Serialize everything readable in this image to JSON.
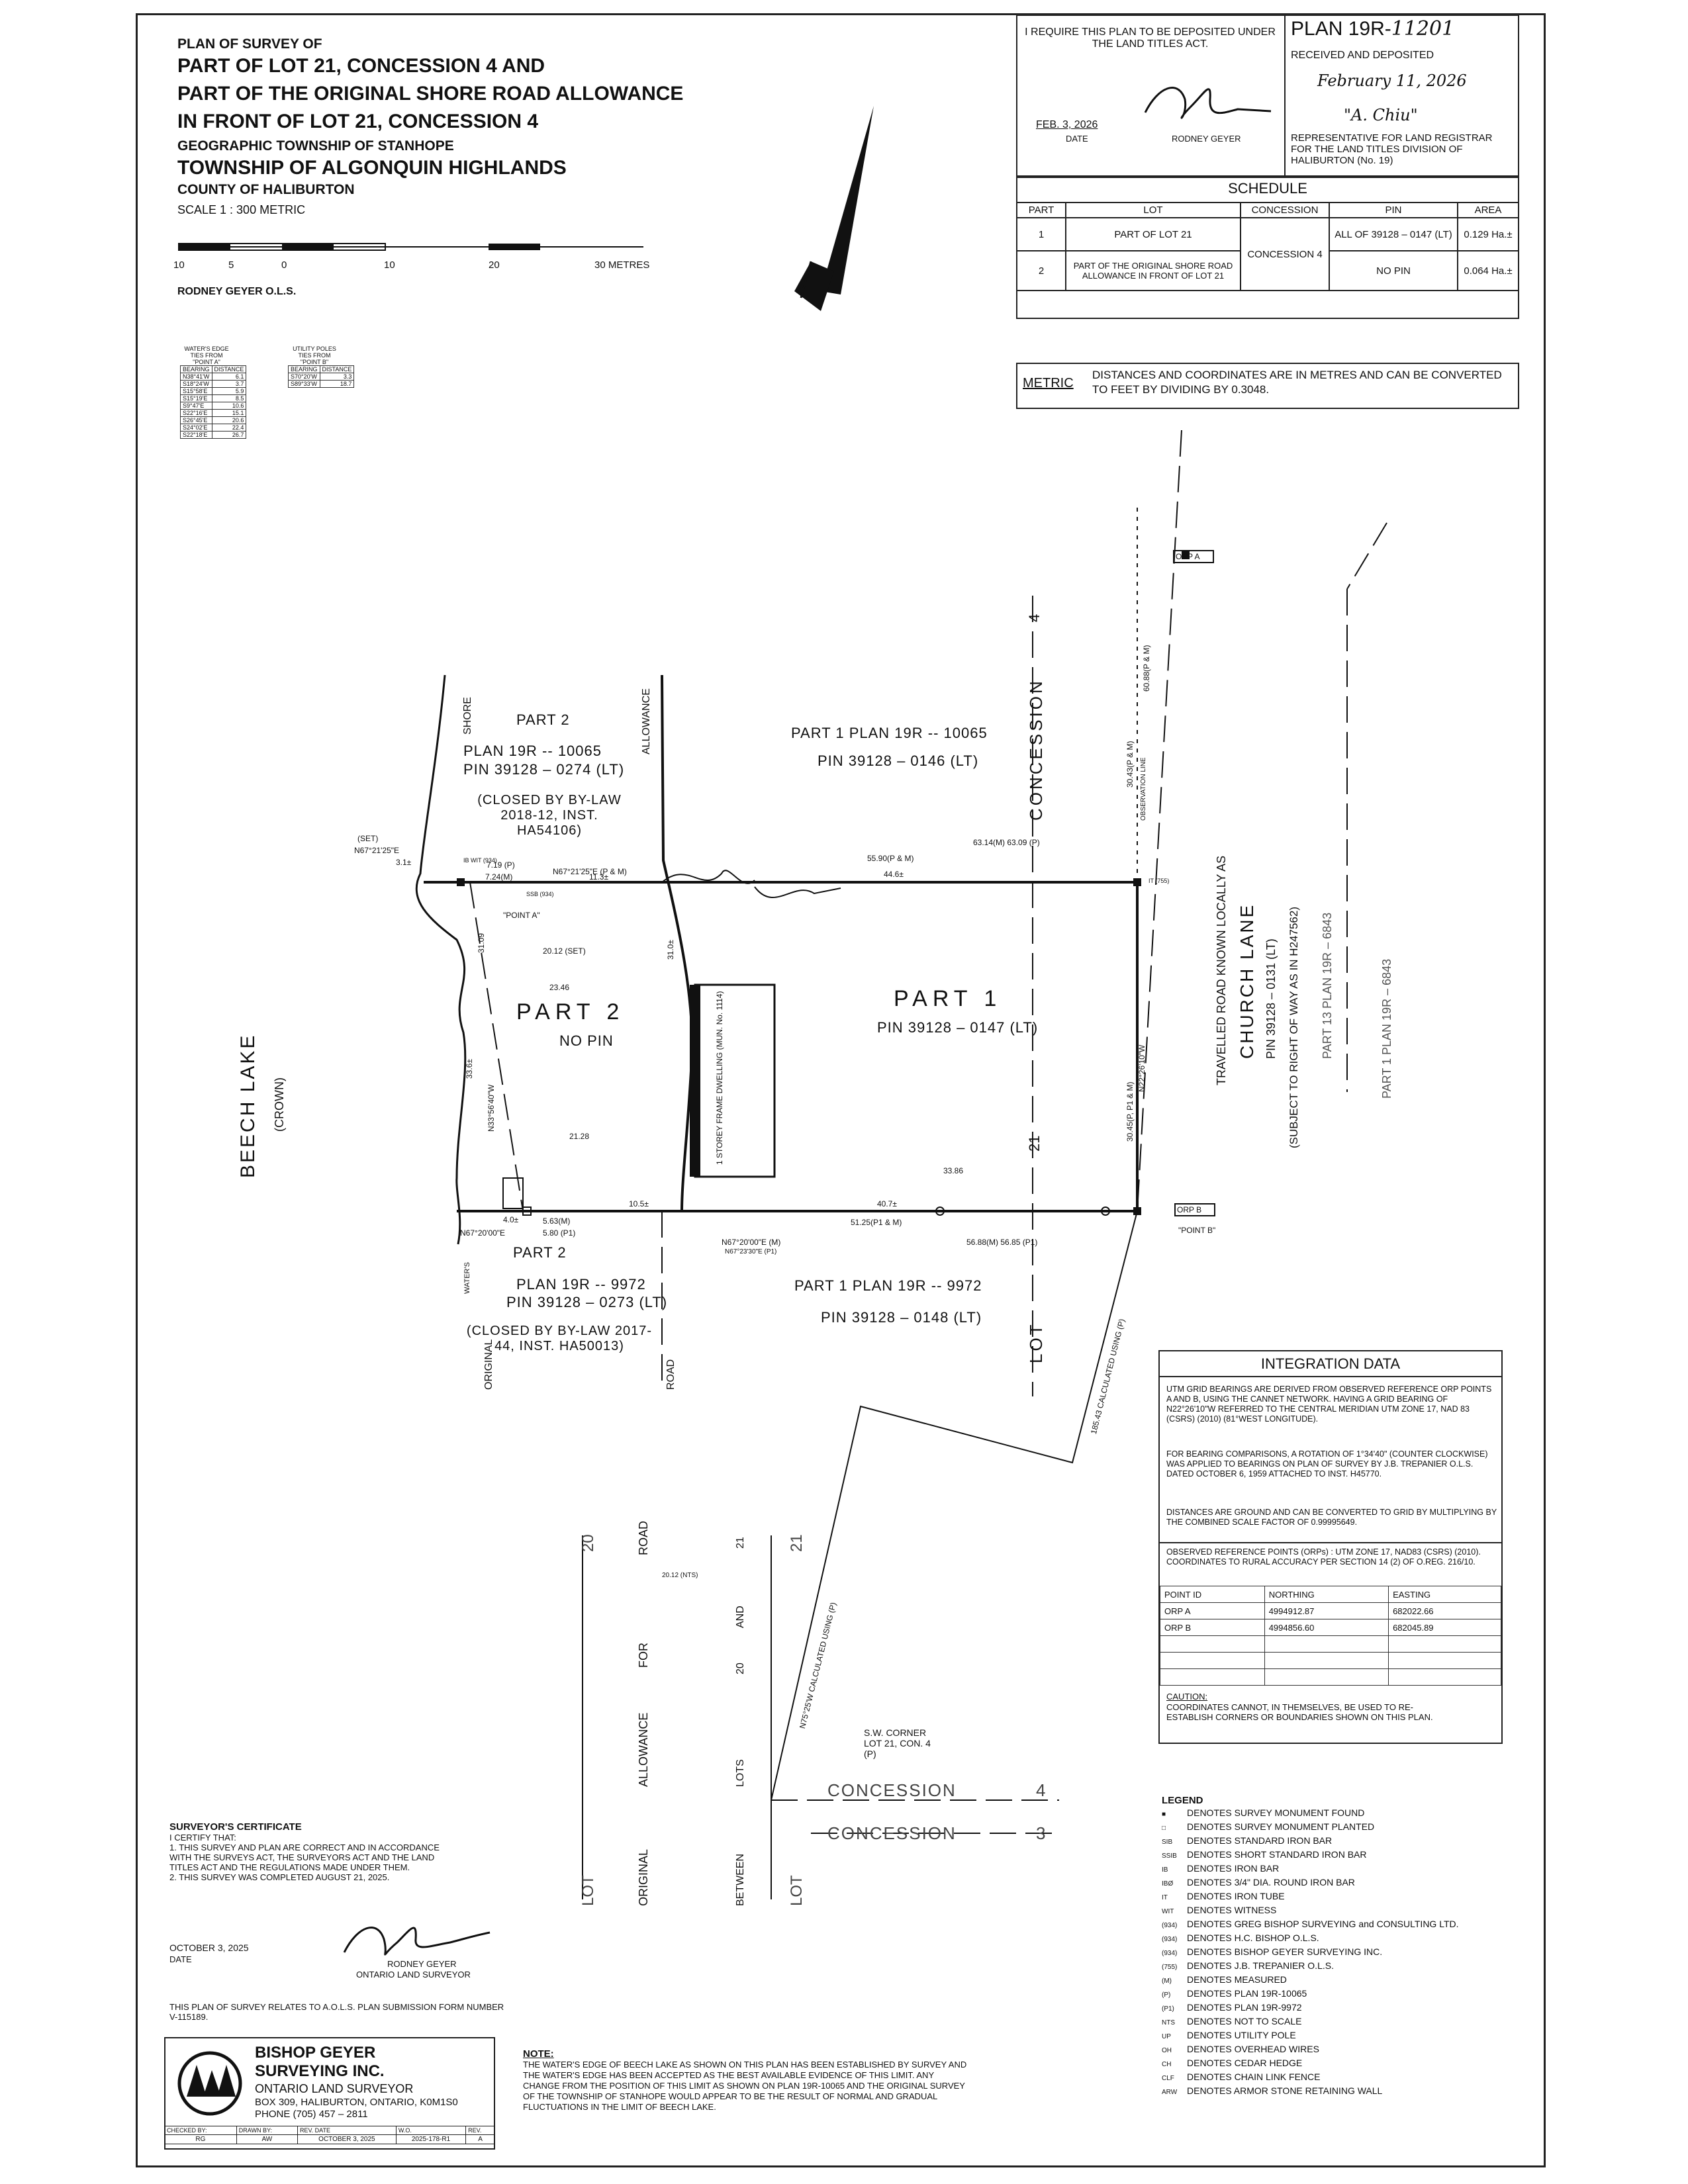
{
  "header": {
    "line1": "PLAN OF SURVEY OF",
    "line2": "PART OF LOT 21, CONCESSION 4 AND",
    "line3": "PART OF THE ORIGINAL SHORE ROAD ALLOWANCE",
    "line4": "IN FRONT OF LOT 21, CONCESSION 4",
    "line5": "GEOGRAPHIC TOWNSHIP OF STANHOPE",
    "line6": "TOWNSHIP OF ALGONQUIN HIGHLANDS",
    "line7": "COUNTY OF HALIBURTON",
    "scale": "SCALE 1 : 300 METRIC",
    "scale_ticks": [
      "10",
      "5",
      "0",
      "10",
      "20",
      "30 METRES"
    ],
    "surveyor": "RODNEY GEYER O.L.S."
  },
  "deposit": {
    "require_text": "I REQUIRE THIS PLAN TO BE DEPOSITED UNDER THE LAND TITLES ACT.",
    "date": "FEB. 3, 2026",
    "date_label": "DATE",
    "signer": "RODNEY GEYER",
    "plan_no": "PLAN 19R-",
    "plan_no_hand": "11201",
    "received": "RECEIVED AND DEPOSITED",
    "received_date": "February 11, 2026",
    "rep_sig": "\"A. Chiu\"",
    "rep_text": "REPRESENTATIVE FOR LAND REGISTRAR FOR THE LAND TITLES DIVISION OF HALIBURTON (No. 19)"
  },
  "schedule": {
    "title": "SCHEDULE",
    "headers": [
      "PART",
      "LOT",
      "CONCESSION",
      "PIN",
      "AREA"
    ],
    "rows": [
      {
        "part": "1",
        "lot": "PART OF LOT 21",
        "pin": "ALL OF 39128 – 0147 (LT)",
        "area": "0.129 Ha.±"
      },
      {
        "part": "2",
        "lot": "PART OF THE ORIGINAL SHORE ROAD ALLOWANCE IN FRONT OF LOT 21",
        "pin": "NO PIN",
        "area": "0.064 Ha.±"
      }
    ],
    "concession": "CONCESSION 4"
  },
  "metric": {
    "label": "METRIC",
    "text": "DISTANCES AND COORDINATES ARE IN METRES AND CAN BE CONVERTED TO FEET BY DIVIDING BY 0.3048."
  },
  "ties_a": {
    "title": "WATER'S EDGE TIES FROM \"POINT A\"",
    "headers": [
      "BEARING",
      "DISTANCE"
    ],
    "rows": [
      [
        "N38°41'W",
        "6.1"
      ],
      [
        "S18°24'W",
        "3.7"
      ],
      [
        "S15°58'E",
        "5.9"
      ],
      [
        "S15°19'E",
        "8.5"
      ],
      [
        "S9°47'E",
        "10.6"
      ],
      [
        "S22°16'E",
        "15.1"
      ],
      [
        "S26°45'E",
        "20.6"
      ],
      [
        "S24°02'E",
        "22.4"
      ],
      [
        "S22°18'E",
        "26.7"
      ]
    ]
  },
  "ties_b": {
    "title": "UTILITY POLES TIES FROM \"POINT B\"",
    "headers": [
      "BEARING",
      "DISTANCE"
    ],
    "rows": [
      [
        "S70°20'W",
        "3.3"
      ],
      [
        "S89°33'W",
        "18.7"
      ]
    ]
  },
  "plan": {
    "part1": "PART 1",
    "part1_pin": "PIN 39128 – 0147 (LT)",
    "part2": "PART 2",
    "part2_pin": "NO PIN",
    "dwelling": "1 STOREY FRAME DWELLING (MUN. No. 1114)",
    "north_part2": "PART 2",
    "north_plan": "PLAN 19R -- 10065",
    "north_pin": "PIN 39128 – 0274 (LT)",
    "north_closed": "(CLOSED BY BY-LAW 2018-12, INST. HA54106)",
    "north_part1": "PART 1 PLAN 19R -- 10065",
    "north_part1_pin": "PIN 39128 – 0146 (LT)",
    "south_part2": "PART 2",
    "south_plan": "PLAN 19R -- 9972",
    "south_pin": "PIN 39128 – 0273 (LT)",
    "south_closed": "(CLOSED BY BY-LAW 2017-44, INST. HA50013)",
    "south_part1": "PART 1 PLAN 19R -- 9972",
    "south_part1_pin": "PIN 39128 – 0148 (LT)",
    "beech_lake": "BEECH LAKE",
    "crown": "(CROWN)",
    "shore": "SHORE",
    "allowance": "ALLOWANCE",
    "original": "ORIGINAL",
    "road": "ROAD",
    "waters": "WATER'S",
    "concession_v": "CONCESSION",
    "four": "4",
    "twentyone": "21",
    "lot": "LOT",
    "travelled": "TRAVELLED ROAD KNOWN LOCALLY AS",
    "church": "CHURCH LANE",
    "church_pin": "PIN 39128 – 0131 (LT)",
    "church_sub": "(SUBJECT TO RIGHT OF WAY AS IN H247562)",
    "part13": "PART 13 PLAN 19R – 6843",
    "part1_6843": "PART 1 PLAN 19R – 6843",
    "obs_line": "OBSERVATION LINE",
    "orp_a": "ORP A",
    "orp_b": "ORP B",
    "point_a": "\"POINT A\"",
    "point_b": "\"POINT B\"",
    "dims": {
      "n_bearing": "N67°21'25\"E (P & M)",
      "set_bearing": "N67°21'25\"E",
      "set_label": "(SET)",
      "d31": "3.1±",
      "d719": "7.19 (P)",
      "d724": "7.24(M)",
      "d113": "11.3±",
      "d5590": "55.90(P & M)",
      "d446": "44.6±",
      "d6314": "63.14(M) 63.09 (P)",
      "d3043": "30.43(P & M)",
      "d6088": "60.88(P & M)",
      "d3045": "30.45(P, P1 & M)",
      "east_bearing": "N22°26'10\"W",
      "west_bearing": "N33°56'40\"W",
      "d3109": "31.09",
      "d336": "33.6±",
      "d310": "31.0±",
      "d2012set": "20.12 (SET)",
      "d2346": "23.46",
      "d2128": "21.28",
      "d3386": "33.86",
      "d40": "4.0±",
      "d563": "5.63(M)",
      "d580": "5.80 (P1)",
      "d105": "10.5±",
      "d407": "40.7±",
      "d5125": "51.25(P1 & M)",
      "d5688": "56.88(M) 56.85 (P1)",
      "s_bearing1": "N67°20'00\"E (M)",
      "s_bearing2": "N67°23'30\"E (P1)",
      "sw_bearing": "N67°20'00\"E",
      "d18543": "185.43 CALCULATED USING (P)",
      "n7525": "N75°25'W CALCULATED USING (P)",
      "d2012nts": "20.12 (NTS)",
      "ib_wit": "IB WIT (934)",
      "ssb": "SSB (934)",
      "it755": "IT (755)"
    },
    "lower": {
      "twenty": "20",
      "road": "ROAD",
      "for": "FOR",
      "allowance": "ALLOWANCE",
      "original": "ORIGINAL",
      "lot": "LOT",
      "twentyone": "21",
      "and": "AND",
      "lots": "LOTS",
      "between": "BETWEEN",
      "concession4": "CONCESSION",
      "num4": "4",
      "concession3": "CONCESSION",
      "num3": "3",
      "sw_corner": "S.W. CORNER LOT 21, CON. 4 (P)"
    }
  },
  "integration": {
    "title": "INTEGRATION DATA",
    "p1": "UTM GRID BEARINGS ARE DERIVED FROM OBSERVED REFERENCE ORP POINTS A AND B, USING THE CANNET NETWORK. HAVING A GRID BEARING OF N22°26'10\"W REFERRED TO THE CENTRAL MERIDIAN UTM ZONE 17, NAD 83 (CSRS) (2010) (81°WEST LONGITUDE).",
    "p2": "FOR BEARING COMPARISONS, A ROTATION OF 1°34'40\" (COUNTER CLOCKWISE) WAS APPLIED TO BEARINGS ON PLAN OF SURVEY BY J.B. TREPANIER O.L.S. DATED OCTOBER 6, 1959 ATTACHED TO INST. H45770.",
    "p3": "DISTANCES ARE GROUND AND CAN BE CONVERTED TO GRID BY MULTIPLYING BY THE COMBINED SCALE FACTOR OF 0.99995649.",
    "p4": "OBSERVED REFERENCE POINTS (ORPs) : UTM ZONE 17, NAD83 (CSRS) (2010). COORDINATES TO RURAL ACCURACY PER SECTION 14 (2) OF O.REG. 216/10.",
    "headers": [
      "POINT ID",
      "NORTHING",
      "EASTING"
    ],
    "rows": [
      [
        "ORP A",
        "4994912.87",
        "682022.66"
      ],
      [
        "ORP B",
        "4994856.60",
        "682045.89"
      ]
    ],
    "caution_title": "CAUTION:",
    "caution": "COORDINATES CANNOT, IN THEMSELVES, BE USED TO RE-ESTABLISH CORNERS OR BOUNDARIES SHOWN ON THIS PLAN."
  },
  "legend": {
    "title": "LEGEND",
    "items": [
      {
        "sym": "■",
        "text": "DENOTES SURVEY MONUMENT FOUND"
      },
      {
        "sym": "□",
        "text": "DENOTES SURVEY MONUMENT PLANTED"
      },
      {
        "sym": "SIB",
        "text": "DENOTES STANDARD IRON BAR"
      },
      {
        "sym": "SSIB",
        "text": "DENOTES SHORT STANDARD IRON BAR"
      },
      {
        "sym": "IB",
        "text": "DENOTES IRON BAR"
      },
      {
        "sym": "IBØ",
        "text": "DENOTES 3/4\" DIA. ROUND IRON BAR"
      },
      {
        "sym": "IT",
        "text": "DENOTES IRON TUBE"
      },
      {
        "sym": "WIT",
        "text": "DENOTES WITNESS"
      },
      {
        "sym": "(934)",
        "text": "DENOTES GREG BISHOP SURVEYING and CONSULTING LTD."
      },
      {
        "sym": "(934)",
        "text": "DENOTES H.C. BISHOP O.L.S."
      },
      {
        "sym": "(934)",
        "text": "DENOTES BISHOP GEYER SURVEYING INC."
      },
      {
        "sym": "(755)",
        "text": "DENOTES J.B. TREPANIER O.L.S."
      },
      {
        "sym": "(M)",
        "text": "DENOTES MEASURED"
      },
      {
        "sym": "(P)",
        "text": "DENOTES PLAN 19R-10065"
      },
      {
        "sym": "(P1)",
        "text": "DENOTES PLAN 19R-9972"
      },
      {
        "sym": "NTS",
        "text": "DENOTES NOT TO SCALE"
      },
      {
        "sym": "UP",
        "text": "DENOTES UTILITY POLE"
      },
      {
        "sym": "OH",
        "text": "DENOTES OVERHEAD WIRES"
      },
      {
        "sym": "CH",
        "text": "DENOTES CEDAR HEDGE"
      },
      {
        "sym": "CLF",
        "text": "DENOTES CHAIN LINK FENCE"
      },
      {
        "sym": "ARW",
        "text": "DENOTES ARMOR STONE RETAINING WALL"
      }
    ]
  },
  "certificate": {
    "title": "SURVEYOR'S CERTIFICATE",
    "intro": "I CERTIFY THAT:",
    "item1": "1.   THIS SURVEY AND PLAN ARE CORRECT AND IN ACCORDANCE WITH THE SURVEYS ACT, THE SURVEYORS ACT AND THE LAND TITLES ACT AND THE REGULATIONS MADE UNDER THEM.",
    "item2": "2.   THIS SURVEY WAS COMPLETED AUGUST 21, 2025.",
    "date": "OCTOBER 3, 2025",
    "date_label": "DATE",
    "name": "RODNEY GEYER",
    "role": "ONTARIO LAND SURVEYOR",
    "aols": "THIS PLAN OF SURVEY RELATES TO A.O.L.S. PLAN SUBMISSION FORM NUMBER V-115189."
  },
  "firm": {
    "name1": "BISHOP GEYER",
    "name2": "SURVEYING INC.",
    "tag": "ONTARIO LAND SURVEYOR",
    "addr": "BOX 309, HALIBURTON, ONTARIO, K0M1S0",
    "phone": "PHONE (705) 457 – 2811"
  },
  "titleblock": {
    "headers": [
      "CHECKED BY:",
      "DRAWN BY:",
      "REV. DATE",
      "W.O.",
      "REV."
    ],
    "values": [
      "RG",
      "AW",
      "OCTOBER 3, 2025",
      "2025-178-R1",
      "A"
    ]
  },
  "note": {
    "title": "NOTE:",
    "text": "THE WATER'S EDGE OF BEECH LAKE AS SHOWN ON THIS PLAN HAS BEEN ESTABLISHED BY SURVEY AND THE WATER'S EDGE HAS BEEN ACCEPTED AS THE BEST AVAILABLE EVIDENCE OF THIS LIMIT. ANY CHANGE FROM THE POSITION OF THIS LIMIT AS SHOWN ON PLAN 19R-10065 AND THE ORIGINAL SURVEY OF THE TOWNSHIP OF STANHOPE WOULD APPEAR TO BE THE RESULT OF NORMAL AND GRADUAL FLUCTUATIONS IN THE LIMIT OF BEECH LAKE."
  }
}
